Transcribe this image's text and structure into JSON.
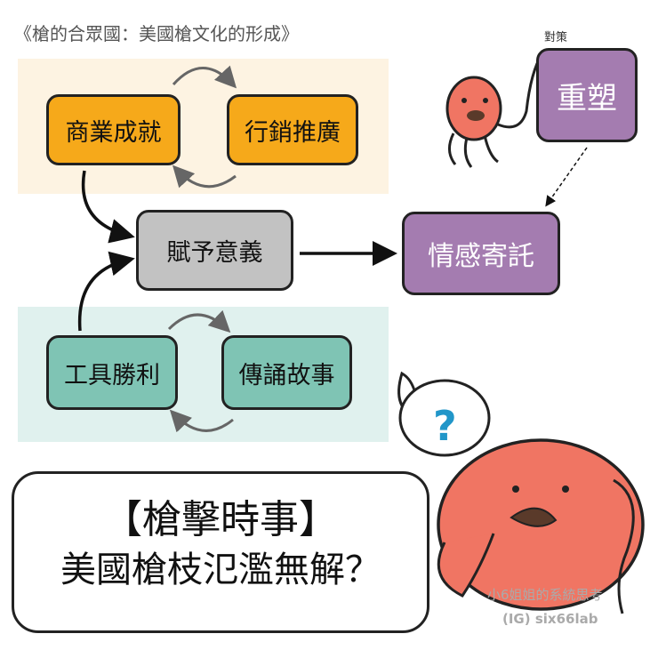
{
  "title": "《槍的合眾國：美國槍文化的形成》",
  "countermeasure_label": "對策",
  "nodes": {
    "commercial_success": "商業成就",
    "marketing": "行銷推廣",
    "give_meaning": "賦予意義",
    "emotional_attachment": "情感寄託",
    "reshape": "重塑",
    "tool_victory": "工具勝利",
    "storytelling": "傳誦故事"
  },
  "bubble": {
    "line1": "【槍擊時事】",
    "line2": "美國槍枝氾濫無解？"
  },
  "credit": {
    "author": "小6姐姐的系統思考",
    "ig": "(IG) six66lab"
  },
  "colors": {
    "orange": "#f6a91a",
    "gray": "#c2c2c2",
    "purple": "#a47cb0",
    "teal": "#7fc4b4",
    "cream_bg": "#fdf3e2",
    "teal_bg": "#e0f1ee",
    "octopus": "#f07563"
  }
}
